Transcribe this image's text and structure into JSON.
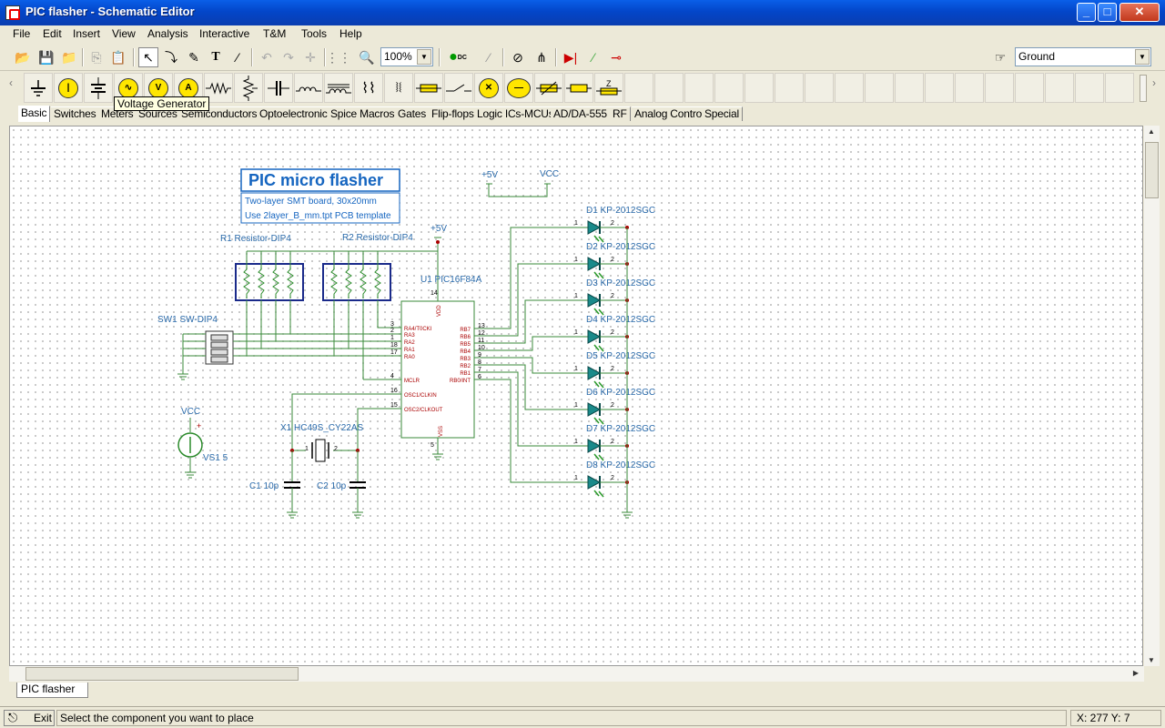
{
  "window": {
    "title": "PIC flasher - Schematic Editor"
  },
  "menu": [
    "File",
    "Edit",
    "Insert",
    "View",
    "Analysis",
    "Interactive",
    "T&M",
    "Tools",
    "Help"
  ],
  "toolbar": {
    "zoom": "100%",
    "component_select": "Ground",
    "dc_label": "DC"
  },
  "component_tooltip": "Voltage Generator",
  "category_tabs": [
    "Basic",
    "Switches",
    "Meters",
    "Sources",
    "Semiconductors",
    "Optoelectronic",
    "Spice Macros",
    "Gates",
    "Flip-flops",
    "Logic ICs-MCUs",
    "AD/DA-555",
    "RF",
    "Analog Control",
    "Special"
  ],
  "active_category": "Basic",
  "schematic": {
    "title": "PIC micro flasher",
    "notes": [
      "Two-layer SMT board, 30x20mm",
      "Use 2layer_B_mm.tpt PCB template"
    ],
    "supply_labels": {
      "p5v_top": "+5V",
      "vcc_top": "VCC",
      "p5v_mcu": "+5V",
      "vcc_src": "VCC"
    },
    "r1": "R1 Resistor-DIP4",
    "r2": "R2 Resistor-DIP4",
    "sw1": "SW1 SW-DIP4",
    "u1": "U1 PIC16F84A",
    "x1": "X1 HC49S_CY22AS",
    "vs1": "VS1 5",
    "c1": "C1 10p",
    "c2": "C2 10p",
    "leds": [
      "D1 KP-2012SGC",
      "D2 KP-2012SGC",
      "D3 KP-2012SGC",
      "D4 KP-2012SGC",
      "D5 KP-2012SGC",
      "D6 KP-2012SGC",
      "D7 KP-2012SGC",
      "D8 KP-2012SGC"
    ],
    "mcu_left_pins": [
      "RA4/T0CKI",
      "RA3",
      "RA2",
      "RA1",
      "RA0",
      "MCLR",
      "OSC1/CLKIN",
      "OSC2/CLKOUT"
    ],
    "mcu_left_numbers": [
      "3",
      "2",
      "1",
      "18",
      "17",
      "4",
      "16",
      "15"
    ],
    "mcu_right_pins": [
      "RB7",
      "RB6",
      "RB5",
      "RB4",
      "RB3",
      "RB2",
      "RB1",
      "RB0/INT"
    ],
    "mcu_right_numbers": [
      "13",
      "12",
      "11",
      "10",
      "9",
      "8",
      "7",
      "6"
    ],
    "vdd": "VDD",
    "vss": "VSS",
    "vdd_pin": "14",
    "vss_pin": "5"
  },
  "doc_tab": "PIC flasher",
  "status": {
    "exit_label": "Exit",
    "message": "Select the component you want to place",
    "coords": "X: 277  Y: 7"
  }
}
